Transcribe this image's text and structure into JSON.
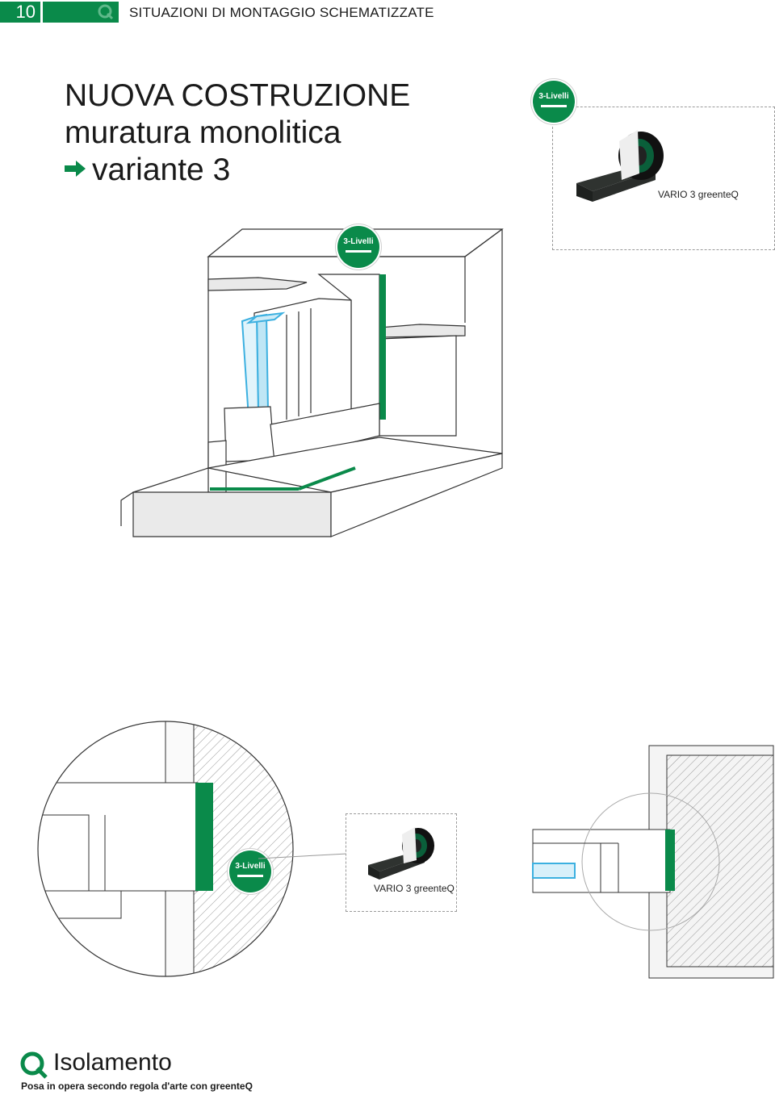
{
  "header": {
    "page_number": "10",
    "title": "SITUAZIONI DI MONTAGGIO SCHEMATIZZATE",
    "logo_icon": "q-logo-icon"
  },
  "title": {
    "line1": "NUOVA COSTRUZIONE",
    "line2": "muratura monolitica",
    "line3": "variante 3",
    "arrow_icon": "arrow-right-icon"
  },
  "badges": {
    "product_badge": "3-Livelli",
    "drawing_badge": "3-Livelli",
    "detail_badge": "3-Livelli"
  },
  "product": {
    "top_label": "VARIO 3 greenteQ",
    "detail_label": "VARIO 3 greenteQ"
  },
  "footer": {
    "title": "Isolamento",
    "subtitle": "Posa in opera secondo regola d'arte con greenteQ"
  },
  "colors": {
    "brand_green": "#0a8a4a",
    "accent_blue": "#3cb0e0",
    "line": "#333333"
  }
}
